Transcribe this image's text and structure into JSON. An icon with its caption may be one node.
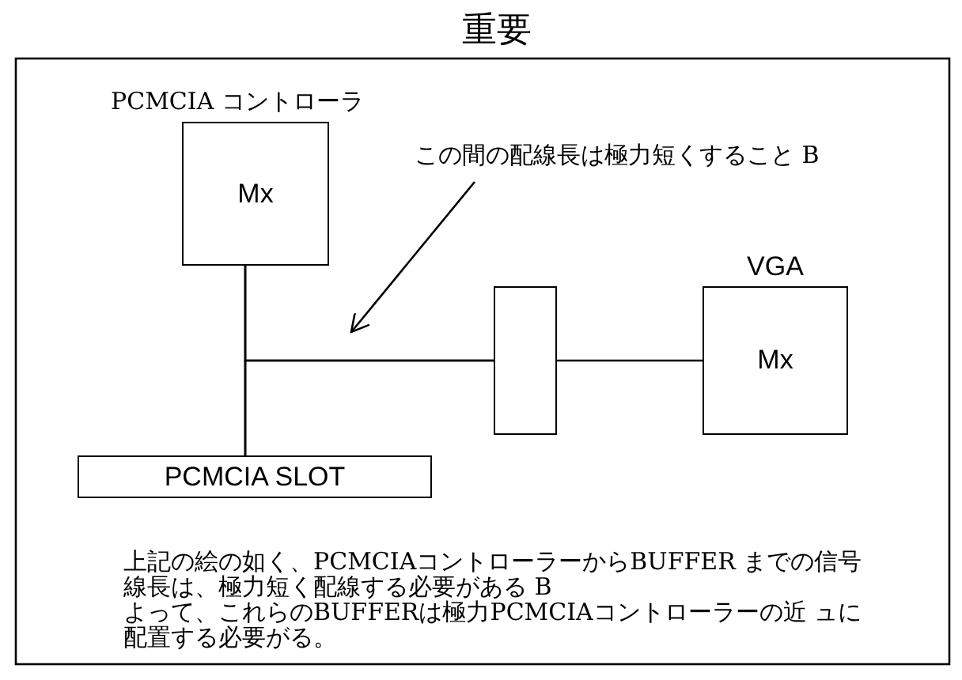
{
  "diagram": {
    "title": "重要",
    "nodes": [
      {
        "text": [
          "PCMCIA コントローラ",
          "Mx"
        ]
      },
      {
        "text": [],
        "shape": "box"
      },
      {
        "text": [
          "VGA",
          "Mx"
        ]
      },
      {
        "text": [
          "PCMCIA SLOT"
        ]
      },
      {
        "text": [
          "この間の配線長は極力短くすること B"
        ]
      }
    ],
    "edges": [
      {
        "from": 0,
        "to": 3,
        "arrow": "none"
      },
      {
        "from": 0,
        "to": 1,
        "arrow": "none"
      },
      {
        "from": 3,
        "to": 1,
        "arrow": "none"
      },
      {
        "from": 1,
        "to": 2,
        "arrow": "none"
      },
      {
        "from": 4,
        "to": null,
        "arrow": "to"
      }
    ],
    "labels": [
      "上記の絵の如く、PCMCIAコントローラーからBUFFER までの信号線長は、極力短く配線する必要がある B",
      "よって、これらのBUFFERは極力PCMCIAコントローラーの近 ュに配置する必要がる。"
    ]
  }
}
